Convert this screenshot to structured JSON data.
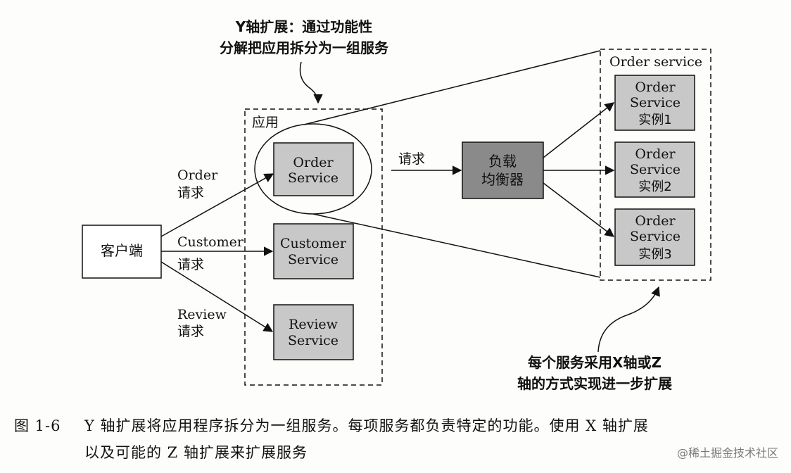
{
  "annotations": {
    "top_line1": "Y轴扩展：通过功能性",
    "top_line2": "分解把应用拆分为一组服务",
    "bottom_line1": "每个服务采用X轴或Z",
    "bottom_line2": "轴的方式实现进一步扩展"
  },
  "app_box_label": "应用",
  "order_service_group_label": "Order service",
  "client_label": "客户端",
  "services": {
    "order": [
      "Order",
      "Service"
    ],
    "customer": [
      "Customer",
      "Service"
    ],
    "review": [
      "Review",
      "Service"
    ]
  },
  "requests": {
    "order": [
      "Order",
      "请求"
    ],
    "customer": [
      "Customer",
      "请求"
    ],
    "review": [
      "Review",
      "请求"
    ],
    "to_lb": "请求"
  },
  "load_balancer": [
    "负载",
    "均衡器"
  ],
  "instances": [
    [
      "Order",
      "Service",
      "实例1"
    ],
    [
      "Order",
      "Service",
      "实例2"
    ],
    [
      "Order",
      "Service",
      "实例3"
    ]
  ],
  "caption": {
    "number": "图 1-6",
    "line1": "Y 轴扩展将应用程序拆分为一组服务。每项服务都负责特定的功能。使用 X 轴扩展",
    "line2": "以及可能的 Z 轴扩展来扩展服务"
  },
  "watermark": "@稀土掘金技术社区",
  "colors": {
    "service_fill": "#c8c8c8",
    "lb_fill": "#8a8a8a",
    "line": "#111111"
  }
}
